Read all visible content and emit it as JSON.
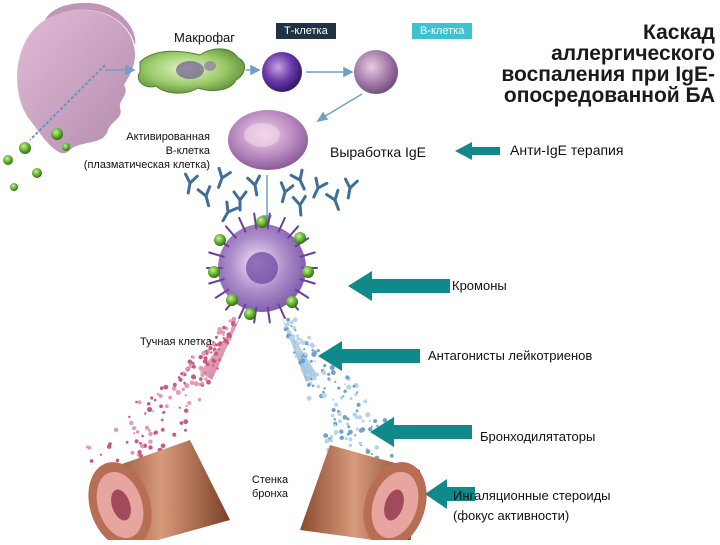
{
  "title_lines": [
    "Каскад",
    "аллергического",
    "воспаления при IgE-",
    "опосредованной БА"
  ],
  "labels": {
    "macrophage": "Макрофаг",
    "t_cell": "Т-клетка",
    "b_cell": "В-клетка",
    "activated_b_cell": [
      "Активированная",
      "В-клетка",
      "(плазматическая клетка)"
    ],
    "ige_production": "Выработка IgE",
    "mast_cell": "Тучная клетка",
    "bronchial_wall": [
      "Стенка",
      "бронха"
    ]
  },
  "therapies": {
    "anti_ige": "Анти-IgE терапия",
    "cromones": "Кромоны",
    "leukotriene_antagonists": "Антагонисты лейкотриенов",
    "bronchodilators": "Бронходилятаторы",
    "inhaled_steroids": [
      "Ингаляционные стероиды",
      "(фокус активности)"
    ]
  },
  "colors": {
    "therapy_arrow": "#10898a",
    "t_cell_tag": "#1f3346",
    "b_cell_tag": "#3fc2d0",
    "flow_arrow": "#6f9fc8",
    "skin": "#c08fb4",
    "bronchus_wall": "#c88a6a"
  }
}
